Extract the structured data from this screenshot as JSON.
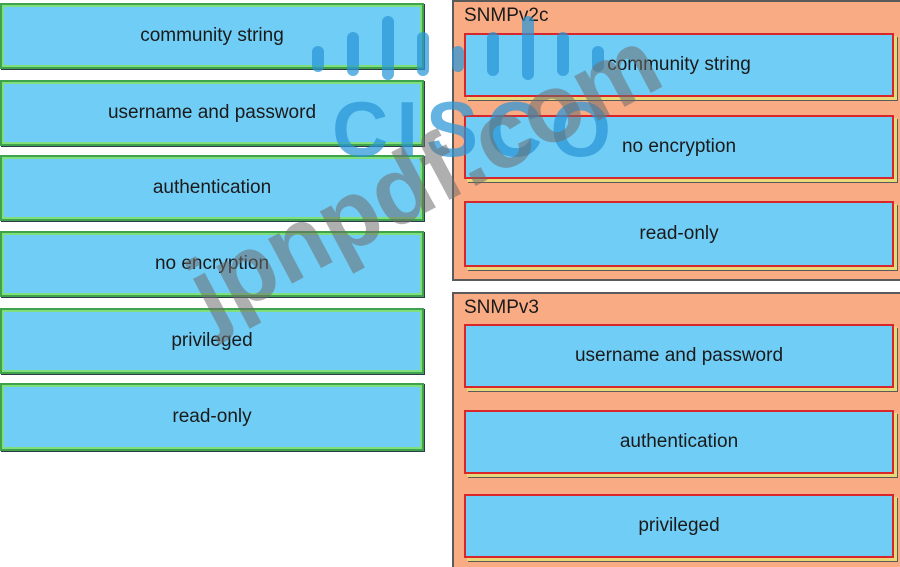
{
  "source_items": [
    "community string",
    "username and password",
    "authentication",
    "no encryption",
    "privileged",
    "read-only"
  ],
  "panels": {
    "v2c": {
      "title": "SNMPv2c",
      "items": [
        "community string",
        "no encryption",
        "read-only"
      ]
    },
    "v3": {
      "title": "SNMPv3",
      "items": [
        "username and password",
        "authentication",
        "privileged"
      ]
    }
  },
  "watermark": {
    "logo_text": "CISCO",
    "site_text": "jpnpdf.com"
  },
  "colors": {
    "item_fill": "#70cdf5",
    "source_border": "#3fa34d",
    "target_border": "#d8262b",
    "panel_fill": "#f9ab84"
  }
}
